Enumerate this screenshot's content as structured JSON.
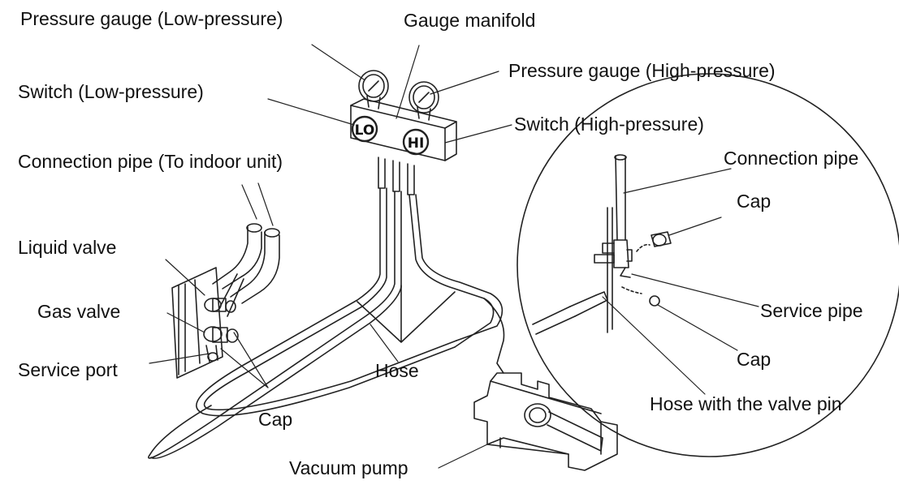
{
  "labels": {
    "pressure_gauge_low": "Pressure gauge (Low-pressure)",
    "gauge_manifold": "Gauge manifold",
    "pressure_gauge_high": "Pressure gauge (High-pressure)",
    "switch_low": "Switch (Low-pressure)",
    "switch_high": "Switch (High-pressure)",
    "connection_pipe_indoor": "Connection pipe (To indoor unit)",
    "connection_pipe": "Connection pipe",
    "cap_top_right": "Cap",
    "liquid_valve": "Liquid valve",
    "gas_valve": "Gas valve",
    "service_port": "Service port",
    "hose": "Hose",
    "service_pipe": "Service pipe",
    "cap_right": "Cap",
    "hose_with_valve_pin": "Hose with the valve pin",
    "cap_bottom": "Cap",
    "vacuum_pump": "Vacuum pump"
  },
  "gauge_marks": {
    "low": "LO",
    "high": "HI"
  },
  "colors": {
    "line": "#222222",
    "text": "#111111",
    "background": "#ffffff"
  }
}
